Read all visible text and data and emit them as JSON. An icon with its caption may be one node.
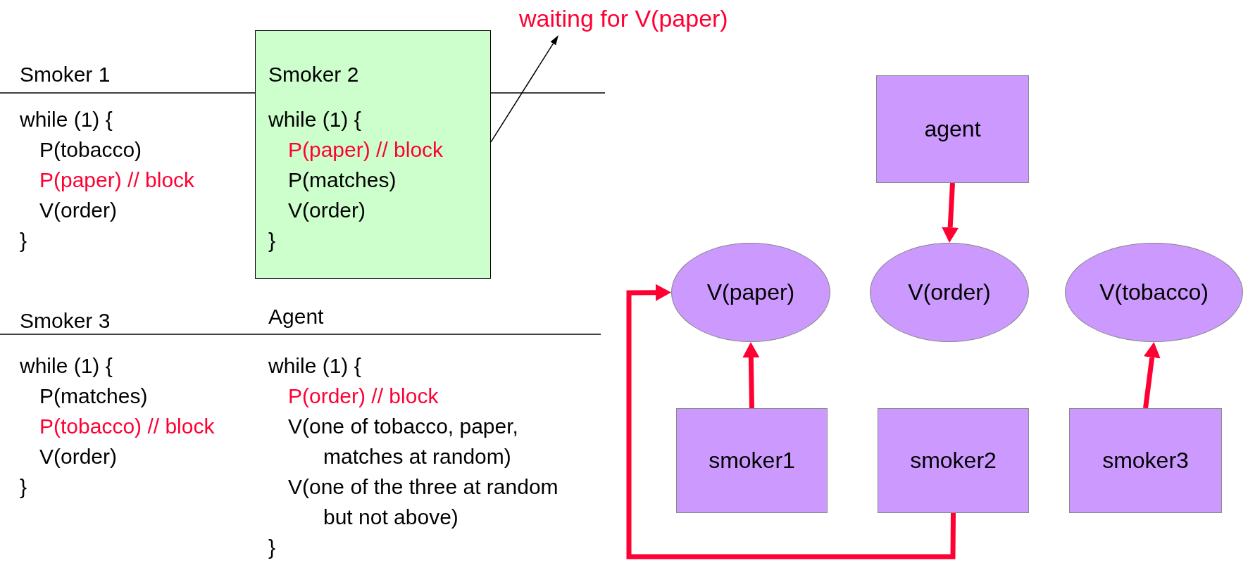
{
  "diagram": {
    "nodes": [
      {
        "text": [
          "waiting for V(paper)"
        ]
      },
      {
        "text": [
          "Smoker 2",
          "while (1) {",
          "P(paper) // block",
          "P(matches)",
          "V(order)",
          "}"
        ]
      },
      {
        "text": [
          "agent"
        ]
      },
      {
        "text": [
          "V(paper)"
        ]
      },
      {
        "text": [
          "V(order)"
        ]
      },
      {
        "text": [
          "V(tobacco)"
        ]
      },
      {
        "text": [
          "smoker1"
        ]
      },
      {
        "text": [
          "smoker2"
        ]
      },
      {
        "text": [
          "smoker3"
        ]
      }
    ],
    "edges": [
      {
        "from": 1,
        "to": 0,
        "arrow": "to",
        "color": "#000000"
      },
      {
        "from": 2,
        "to": 4,
        "arrow": "to"
      },
      {
        "from": 6,
        "to": 3,
        "arrow": "to"
      },
      {
        "from": 8,
        "to": 5,
        "arrow": "to"
      },
      {
        "from": 7,
        "to": 3,
        "arrow": "to"
      }
    ],
    "labels": [
      "Smoker 1",
      "while (1) {",
      "P(tobacco)",
      "P(paper) // block",
      "V(order)",
      "}",
      "Smoker 3",
      "while (1) {",
      "P(matches)",
      "P(tobacco) // block",
      "V(order)",
      "}",
      "Agent",
      "while (1) {",
      "P(order) // block",
      "V(one of tobacco, paper, matches at random)",
      "V(one of the three at random but not above)",
      "}"
    ]
  }
}
